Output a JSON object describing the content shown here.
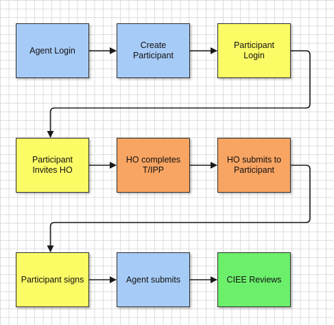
{
  "colors": {
    "blue": "#a7cbf7",
    "yellow": "#fbfb66",
    "orange": "#f8a462",
    "green": "#6cf06c",
    "line": "#1a1a1a"
  },
  "nodes": [
    {
      "id": "agent-login",
      "label": "Agent Login",
      "color": "blue"
    },
    {
      "id": "create-participant",
      "label": "Create Participant",
      "color": "blue"
    },
    {
      "id": "participant-login",
      "label": "Participant Login",
      "color": "yellow"
    },
    {
      "id": "participant-invites-ho",
      "label": "Participant Invites HO",
      "color": "yellow"
    },
    {
      "id": "ho-completes-tipp",
      "label": "HO completes T/IPP",
      "color": "orange"
    },
    {
      "id": "ho-submits-to-participant",
      "label": "HO submits to Participant",
      "color": "orange"
    },
    {
      "id": "participant-signs",
      "label": "Participant signs",
      "color": "yellow"
    },
    {
      "id": "agent-submits",
      "label": "Agent submits",
      "color": "blue"
    },
    {
      "id": "ciee-reviews",
      "label": "CIEE Reviews",
      "color": "green"
    }
  ],
  "edges": [
    [
      "agent-login",
      "create-participant"
    ],
    [
      "create-participant",
      "participant-login"
    ],
    [
      "participant-login",
      "participant-invites-ho"
    ],
    [
      "participant-invites-ho",
      "ho-completes-tipp"
    ],
    [
      "ho-completes-tipp",
      "ho-submits-to-participant"
    ],
    [
      "ho-submits-to-participant",
      "participant-signs"
    ],
    [
      "participant-signs",
      "agent-submits"
    ],
    [
      "agent-submits",
      "ciee-reviews"
    ]
  ]
}
